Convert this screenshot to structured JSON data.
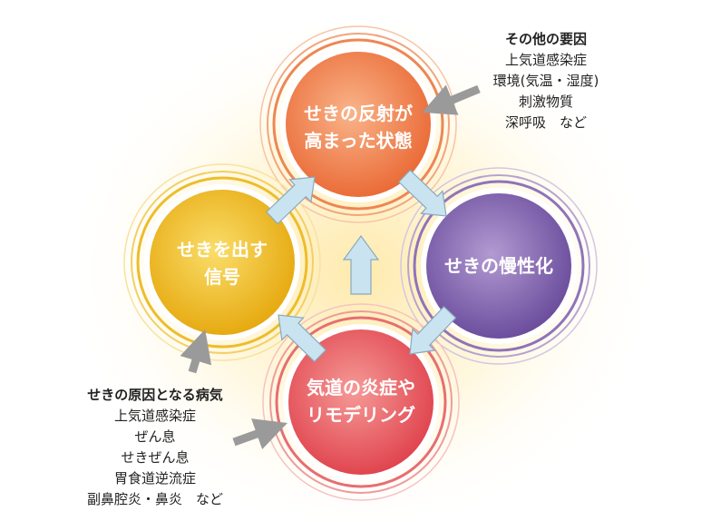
{
  "circles": {
    "top": {
      "line1": "せきの反射が",
      "line2": "高まった状態",
      "color": "#F0844F"
    },
    "right": {
      "line1": "せきの慢性化",
      "color": "#7B5BA8"
    },
    "left": {
      "line1": "せきを出す",
      "line2": "信号",
      "color": "#EFBC1E"
    },
    "bottom": {
      "line1": "気道の炎症や",
      "line2": "リモデリング",
      "color": "#E9585F"
    }
  },
  "other_factors": {
    "title": "その他の要因",
    "items": [
      "上気道感染症",
      "環境(気温・湿度)",
      "刺激物質",
      "深呼吸　など"
    ]
  },
  "cause_diseases": {
    "title": "せきの原因となる病気",
    "items": [
      "上気道感染症",
      "ぜん息",
      "せきぜん息",
      "胃食道逆流症",
      "副鼻腔炎・鼻炎　など"
    ]
  },
  "colors": {
    "cycle_arrow": "#C9E3F1",
    "cycle_arrow_stroke": "#8AA9BD",
    "input_arrow": "#9A9A9A"
  }
}
